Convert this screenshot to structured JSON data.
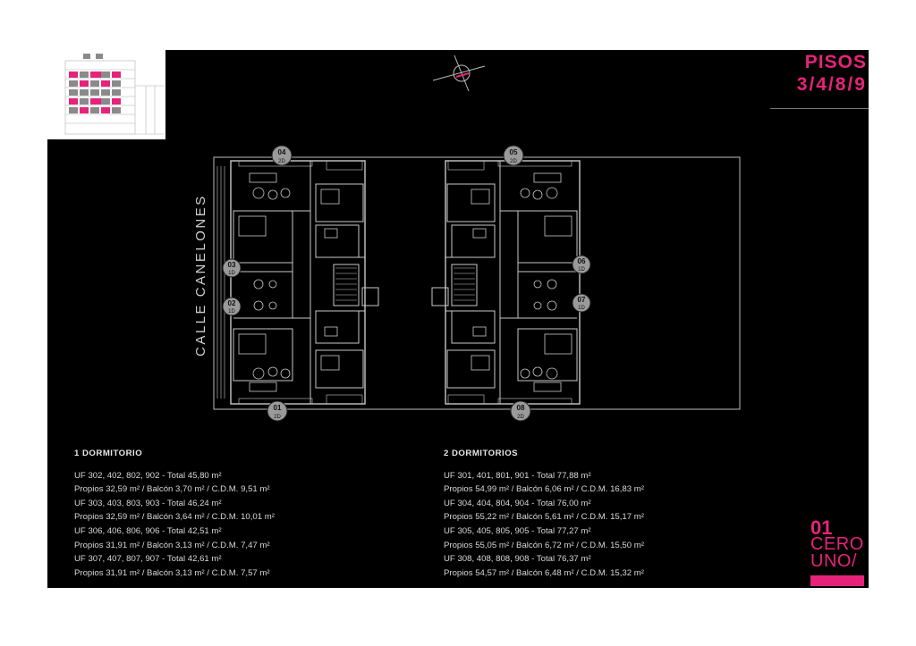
{
  "header": {
    "title_line1": "PISOS",
    "title_line2": "3/4/8/9"
  },
  "plan": {
    "street": "CALLE CANELONES",
    "units": [
      {
        "num": "04",
        "type": "2D"
      },
      {
        "num": "05",
        "type": "2D"
      },
      {
        "num": "03",
        "type": "1D"
      },
      {
        "num": "06",
        "type": "1D"
      },
      {
        "num": "02",
        "type": "1D"
      },
      {
        "num": "07",
        "type": "1D"
      },
      {
        "num": "01",
        "type": "2D"
      },
      {
        "num": "08",
        "type": "2D"
      }
    ]
  },
  "one_bedroom": {
    "heading": "1 DORMITORIO",
    "lines": [
      "UF 302, 402, 802, 902 - Total 45,80 m²",
      "Propios 32,59 m² / Balcón 3,70 m² / C.D.M. 9,51 m²",
      "UF 303, 403, 803, 903 - Total 46,24 m²",
      "Propios 32,59 m² / Balcón 3,64 m² / C.D.M. 10,01 m²",
      "UF 306, 406, 806, 906 - Total 42,51 m²",
      "Propios 31,91 m² / Balcón 3,13 m² / C.D.M. 7,47 m²",
      "UF 307, 407, 807, 907 - Total 42,61 m²",
      "Propios 31,91 m² / Balcón 3,13 m² / C.D.M. 7,57 m²"
    ]
  },
  "two_bedroom": {
    "heading": "2 DORMITORIOS",
    "lines": [
      "UF 301, 401, 801, 901 - Total 77,88 m²",
      "Propios 54,99 m² / Balcón 6,06 m² / C.D.M. 16,83 m²",
      "UF 304, 404, 804, 904 - Total 76,00 m²",
      "Propios 55,22 m² / Balcón 5,61 m² / C.D.M. 15,17 m²",
      "UF 305, 405, 805, 905 - Total 77,27 m²",
      "Propios 55,05 m² / Balcón 6,72 m² / C.D.M. 15,50 m²",
      "UF 308, 408, 808, 908 - Total 76,37 m²",
      "Propios 54,57 m² / Balcón 6,48 m² / C.D.M. 15,32 m²"
    ]
  },
  "brand": {
    "line1": "01",
    "line2": "CERO",
    "line3": "UNO/"
  },
  "colors": {
    "accent": "#e6237a",
    "background": "#000000",
    "plan_lines": "#bdbdbd"
  }
}
